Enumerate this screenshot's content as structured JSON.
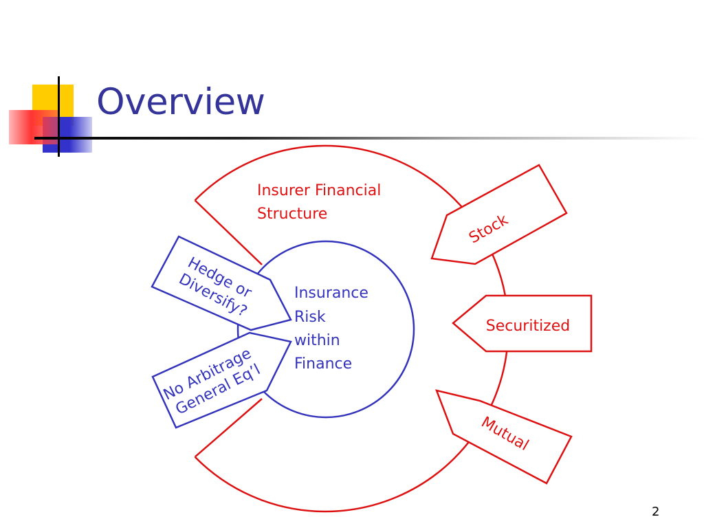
{
  "slide": {
    "title": "Overview",
    "page_number": "2"
  },
  "diagram": {
    "outer_label": [
      "Insurer Financial",
      "Structure"
    ],
    "inner_label": [
      "Insurance",
      "Risk",
      "within",
      "Finance"
    ],
    "left_arrows": [
      {
        "lines": [
          "Hedge or",
          "Diversify?"
        ]
      },
      {
        "lines": [
          "No Arbitrage",
          "General Eq’l"
        ]
      }
    ],
    "right_arrows": [
      {
        "label": "Stock"
      },
      {
        "label": "Securitized"
      },
      {
        "label": "Mutual"
      }
    ]
  },
  "colors": {
    "title": "#333399",
    "red": "#dd1111",
    "blue": "#3333bb",
    "deco_yellow": "#ffcc00",
    "deco_blue": "#3333cc",
    "deco_red": "#ff3333"
  }
}
